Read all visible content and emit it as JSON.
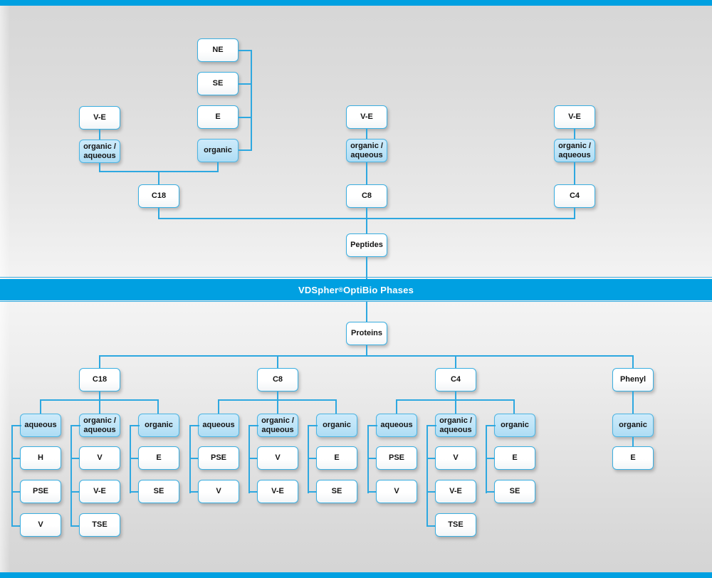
{
  "page": {
    "title": "VDSpher OptiBio Phases selection chart",
    "banner_text": "VDSpher",
    "banner_sup": "®",
    "banner_text2": " OptiBio Phases",
    "accent_color": "#00a0e1",
    "line_color": "#2ea8e0",
    "highlight_box_color": "#bee4f7",
    "background_color": "#e5e5e5"
  },
  "peptides": {
    "root_label": "Peptides",
    "columns": [
      {
        "sorbent": "C18",
        "modes": [
          {
            "label_line1": "organic /",
            "label_line2": "aqueous",
            "highlight": true,
            "items": [
              {
                "label": "V-E"
              }
            ]
          },
          {
            "label_line1": "organic",
            "label_line2": "",
            "highlight": true,
            "items": [
              {
                "label": "NE"
              },
              {
                "label": "SE"
              },
              {
                "label": "E"
              }
            ]
          }
        ]
      },
      {
        "sorbent": "C8",
        "modes": [
          {
            "label_line1": "organic /",
            "label_line2": "aqueous",
            "highlight": true,
            "items": [
              {
                "label": "V-E"
              }
            ]
          }
        ]
      },
      {
        "sorbent": "C4",
        "modes": [
          {
            "label_line1": "organic /",
            "label_line2": "aqueous",
            "highlight": true,
            "items": [
              {
                "label": "V-E"
              }
            ]
          }
        ]
      }
    ]
  },
  "proteins": {
    "root_label": "Proteins",
    "columns": [
      {
        "sorbent": "C18",
        "modes": [
          {
            "label_line1": "aqueous",
            "label_line2": "",
            "highlight": true,
            "items": [
              {
                "label": "H"
              },
              {
                "label": "PSE"
              },
              {
                "label": "V"
              }
            ]
          },
          {
            "label_line1": "organic /",
            "label_line2": "aqueous",
            "highlight": true,
            "items": [
              {
                "label": "V"
              },
              {
                "label": "V-E"
              },
              {
                "label": "TSE"
              }
            ]
          },
          {
            "label_line1": "organic",
            "label_line2": "",
            "highlight": true,
            "items": [
              {
                "label": "E"
              },
              {
                "label": "SE"
              }
            ]
          }
        ]
      },
      {
        "sorbent": "C8",
        "modes": [
          {
            "label_line1": "aqueous",
            "label_line2": "",
            "highlight": true,
            "items": [
              {
                "label": "PSE"
              },
              {
                "label": "V"
              }
            ]
          },
          {
            "label_line1": "organic /",
            "label_line2": "aqueous",
            "highlight": true,
            "items": [
              {
                "label": "V"
              },
              {
                "label": "V-E"
              }
            ]
          },
          {
            "label_line1": "organic",
            "label_line2": "",
            "highlight": true,
            "items": [
              {
                "label": "E"
              },
              {
                "label": "SE"
              }
            ]
          }
        ]
      },
      {
        "sorbent": "C4",
        "modes": [
          {
            "label_line1": "aqueous",
            "label_line2": "",
            "highlight": true,
            "items": [
              {
                "label": "PSE"
              },
              {
                "label": "V"
              }
            ]
          },
          {
            "label_line1": "organic /",
            "label_line2": "aqueous",
            "highlight": true,
            "items": [
              {
                "label": "V"
              },
              {
                "label": "V-E"
              },
              {
                "label": "TSE"
              }
            ]
          },
          {
            "label_line1": "organic",
            "label_line2": "",
            "highlight": true,
            "items": [
              {
                "label": "E"
              },
              {
                "label": "SE"
              }
            ]
          }
        ]
      },
      {
        "sorbent": "Phenyl",
        "modes": [
          {
            "label_line1": "organic",
            "label_line2": "",
            "highlight": true,
            "items": [
              {
                "label": "E"
              }
            ]
          }
        ]
      }
    ]
  },
  "boxes": {
    "ne": "NE",
    "se_top": "SE",
    "e_top": "E",
    "organic_top": "organic",
    "ve_c18": "V-E",
    "oa1": "organic /",
    "oa2": "aqueous",
    "c18_top": "C18",
    "ve_c8": "V-E",
    "c8_top": "C8",
    "ve_c4": "V-E",
    "c4_top": "C4",
    "peptides": "Peptides",
    "proteins": "Proteins",
    "c18_bot": "C18",
    "c8_bot": "C8",
    "c4_bot": "C4",
    "phenyl": "Phenyl",
    "aqueous": "aqueous",
    "organic": "organic",
    "h": "H",
    "pse": "PSE",
    "v": "V",
    "ve": "V-E",
    "tse": "TSE",
    "e": "E",
    "se": "SE"
  }
}
